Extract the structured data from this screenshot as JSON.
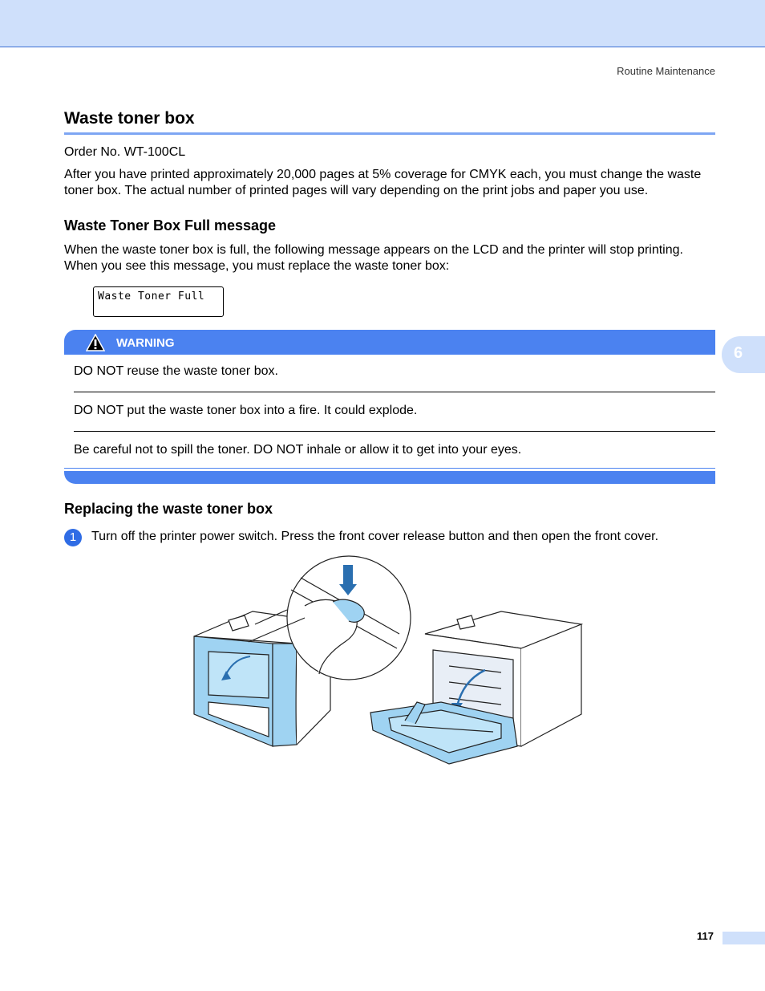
{
  "header": {
    "running_head": "Routine Maintenance"
  },
  "section": {
    "title": "Waste toner box",
    "order_no": "Order No. WT-100CL",
    "intro": "After you have printed approximately 20,000 pages at 5% coverage for CMYK each, you must change the waste toner box. The actual number of printed pages will vary depending on the print jobs and paper you use."
  },
  "full_message": {
    "title": "Waste Toner Box Full message",
    "text": "When the waste toner box is full, the following message appears on the LCD and the printer will stop printing. When you see this message, you must replace the waste toner box:",
    "lcd_text": "Waste Toner Full"
  },
  "warning": {
    "label": "WARNING",
    "items": [
      "DO NOT reuse the waste toner box.",
      "DO NOT put the waste toner box into a fire. It could explode.",
      "Be careful not to spill the toner. DO NOT inhale or allow it to get into your eyes."
    ]
  },
  "replacing": {
    "title": "Replacing the waste toner box",
    "steps": [
      {
        "number": "1",
        "text": "Turn off the printer power switch. Press the front cover release button and then open the front cover."
      }
    ]
  },
  "chapter_tab": "6",
  "footer": {
    "page_number": "117"
  },
  "colors": {
    "accent": "#4b82f0",
    "band": "#cfe0fb",
    "illustration_blue": "#9fd3f2"
  }
}
